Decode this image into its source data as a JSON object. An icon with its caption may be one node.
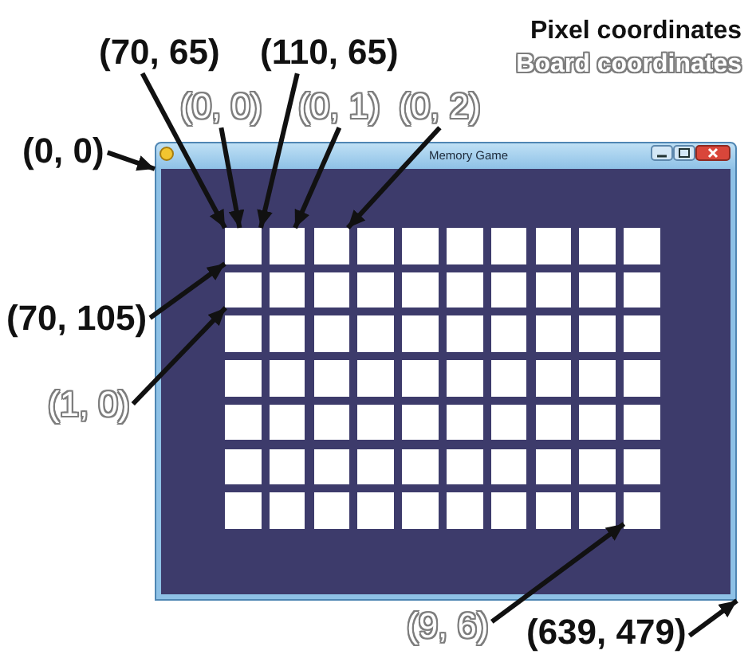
{
  "diagram": {
    "nodes": [
      {
        "text": [
          "(70, 65)"
        ]
      },
      {
        "text": [
          "(110, 65)"
        ]
      },
      {
        "text": [
          "(0, 0)"
        ]
      },
      {
        "text": [
          "(0, 1)"
        ]
      },
      {
        "text": [
          "(0, 2)"
        ]
      },
      {
        "text": [
          "(0, 0)"
        ]
      },
      {
        "text": [
          "Memory Game"
        ]
      },
      {
        "text": [
          "(70, 105)"
        ]
      },
      {
        "text": [
          "(1, 0)"
        ]
      },
      {
        "text": [
          "(9, 6)"
        ]
      },
      {
        "text": [
          "(639, 479)"
        ]
      },
      {
        "text": [],
        "shape": "box",
        "in": 6
      },
      {
        "text": [],
        "shape": "box",
        "in": 6
      },
      {
        "text": [],
        "shape": "box",
        "in": 6
      },
      {
        "text": [],
        "shape": "box",
        "in": 6
      },
      {
        "text": [],
        "shape": "box",
        "in": 6
      },
      {
        "text": [],
        "shape": "box",
        "in": 6
      },
      {
        "text": [],
        "shape": "box",
        "in": 6
      },
      {
        "text": [],
        "shape": "box",
        "in": 6
      },
      {
        "text": [],
        "shape": "box",
        "in": 6
      },
      {
        "text": [],
        "shape": "box",
        "in": 6
      },
      {
        "text": [],
        "shape": "box",
        "in": 6
      },
      {
        "text": [],
        "shape": "box",
        "in": 6
      },
      {
        "text": [],
        "shape": "box",
        "in": 6
      },
      {
        "text": [],
        "shape": "box",
        "in": 6
      },
      {
        "text": [],
        "shape": "box",
        "in": 6
      },
      {
        "text": [],
        "shape": "box",
        "in": 6
      },
      {
        "text": [],
        "shape": "box",
        "in": 6
      },
      {
        "text": [],
        "shape": "box",
        "in": 6
      },
      {
        "text": [],
        "shape": "box",
        "in": 6
      },
      {
        "text": [],
        "shape": "box",
        "in": 6
      },
      {
        "text": [],
        "shape": "box",
        "in": 6
      },
      {
        "text": [],
        "shape": "box",
        "in": 6
      },
      {
        "text": [],
        "shape": "box",
        "in": 6
      },
      {
        "text": [],
        "shape": "box",
        "in": 6
      },
      {
        "text": [],
        "shape": "box",
        "in": 6
      },
      {
        "text": [],
        "shape": "box",
        "in": 6
      },
      {
        "text": [],
        "shape": "box",
        "in": 6
      },
      {
        "text": [],
        "shape": "box",
        "in": 6
      },
      {
        "text": [],
        "shape": "box",
        "in": 6
      },
      {
        "text": [],
        "shape": "box",
        "in": 6
      },
      {
        "text": [],
        "shape": "box",
        "in": 6
      },
      {
        "text": [],
        "shape": "box",
        "in": 6
      },
      {
        "text": [],
        "shape": "box",
        "in": 6
      },
      {
        "text": [],
        "shape": "box",
        "in": 6
      },
      {
        "text": [],
        "shape": "box",
        "in": 6
      },
      {
        "text": [],
        "shape": "box",
        "in": 6
      },
      {
        "text": [],
        "shape": "box",
        "in": 6
      },
      {
        "text": [],
        "shape": "box",
        "in": 6
      },
      {
        "text": [],
        "shape": "box",
        "in": 6
      },
      {
        "text": [],
        "shape": "box",
        "in": 6
      },
      {
        "text": [],
        "shape": "box",
        "in": 6
      },
      {
        "text": [],
        "shape": "box",
        "in": 6
      },
      {
        "text": [],
        "shape": "box",
        "in": 6
      },
      {
        "text": [],
        "shape": "box",
        "in": 6
      },
      {
        "text": [],
        "shape": "box",
        "in": 6
      },
      {
        "text": [],
        "shape": "box",
        "in": 6
      },
      {
        "text": [],
        "shape": "box",
        "in": 6
      },
      {
        "text": [],
        "shape": "box",
        "in": 6
      },
      {
        "text": [],
        "shape": "box",
        "in": 6
      },
      {
        "text": [],
        "shape": "box",
        "in": 6
      },
      {
        "text": [],
        "shape": "box",
        "in": 6
      },
      {
        "text": [],
        "shape": "box",
        "in": 6
      },
      {
        "text": [],
        "shape": "box",
        "in": 6
      },
      {
        "text": [],
        "shape": "box",
        "in": 6
      },
      {
        "text": [],
        "shape": "box",
        "in": 6
      },
      {
        "text": [],
        "shape": "box",
        "in": 6
      },
      {
        "text": [],
        "shape": "box",
        "in": 6
      },
      {
        "text": [],
        "shape": "box",
        "in": 6
      },
      {
        "text": [],
        "shape": "box",
        "in": 6
      },
      {
        "text": [],
        "shape": "box",
        "in": 6
      },
      {
        "text": [],
        "shape": "box",
        "in": 6
      },
      {
        "text": [],
        "shape": "box",
        "in": 6
      },
      {
        "text": [],
        "shape": "box",
        "in": 6
      },
      {
        "text": [],
        "shape": "box",
        "in": 6
      },
      {
        "text": [],
        "shape": "box",
        "in": 6
      },
      {
        "text": [],
        "shape": "box",
        "in": 6
      },
      {
        "text": [],
        "shape": "box",
        "in": 6
      },
      {
        "text": [],
        "shape": "box",
        "in": 6
      },
      {
        "text": [],
        "shape": "box",
        "in": 6
      },
      {
        "text": [],
        "shape": "box",
        "in": 6
      }
    ],
    "edges": [
      {
        "from": 0,
        "to": 11,
        "arrow": "to"
      },
      {
        "from": 1,
        "to": 11,
        "arrow": "to"
      },
      {
        "from": 2,
        "to": 11,
        "arrow": "to"
      },
      {
        "from": 3,
        "to": 12,
        "arrow": "to"
      },
      {
        "from": 4,
        "to": 13,
        "arrow": "to"
      },
      {
        "from": 5,
        "to": 6,
        "arrow": "to"
      },
      {
        "from": 7,
        "to": 11,
        "arrow": "to"
      },
      {
        "from": 8,
        "to": 21,
        "arrow": "to"
      },
      {
        "from": 9,
        "to": 80,
        "arrow": "to"
      },
      {
        "from": 10,
        "to": 6,
        "arrow": "to"
      }
    ],
    "labels": [
      "Pixel coordinates",
      "Board coordinates"
    ]
  }
}
